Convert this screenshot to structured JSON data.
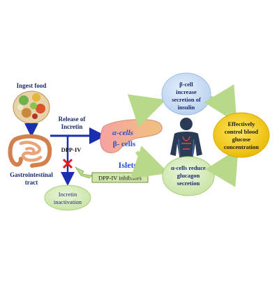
{
  "labels": {
    "ingest_food": "Ingest food",
    "gi_line1": "Gastrointestinal",
    "gi_line2": "tract",
    "release_line1": "Release of",
    "release_line2": "Incretin",
    "dpp_iv": "DPP-IV",
    "inhibitors": "DPP-IV inhibitors",
    "inact_line1": "Incretin",
    "inact_line2": "inactivation",
    "alpha_cells": "α-cells",
    "beta_cells": "β- cells",
    "islets": "Islets",
    "beta_l1": "β-cell",
    "beta_l2": "increase",
    "beta_l3": "secretion of",
    "beta_l4": "insulin",
    "alpha_l1": "α-cells reduce",
    "alpha_l2": "glucagon",
    "alpha_l3": "secretion",
    "effect_l1": "Effectively",
    "effect_l2": "control blood",
    "effect_l3": "glucose",
    "effect_l4": "concentration"
  },
  "colors": {
    "blue_arrow": "#1a2fb0",
    "label_navy": "#1a2a6c",
    "green_arrow": "#b9d98a",
    "bubble_green": "#d3ebb4",
    "bubble_blue": "#c6dcf4",
    "bubble_yellow": "#f5d21a",
    "islets_blue": "#2a4bd7",
    "cross_red": "#e31b1b"
  }
}
